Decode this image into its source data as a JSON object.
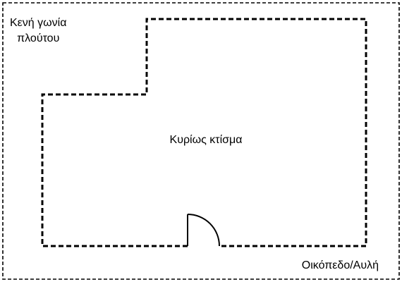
{
  "labels": {
    "corner_line1": "Κενή γωνία",
    "corner_line2": "πλούτου",
    "main_building": "Κυρίως κτίσμα",
    "plot_yard": "Οικόπεδο/Αυλή"
  },
  "colors": {
    "stroke": "#000000",
    "background": "#ffffff"
  }
}
